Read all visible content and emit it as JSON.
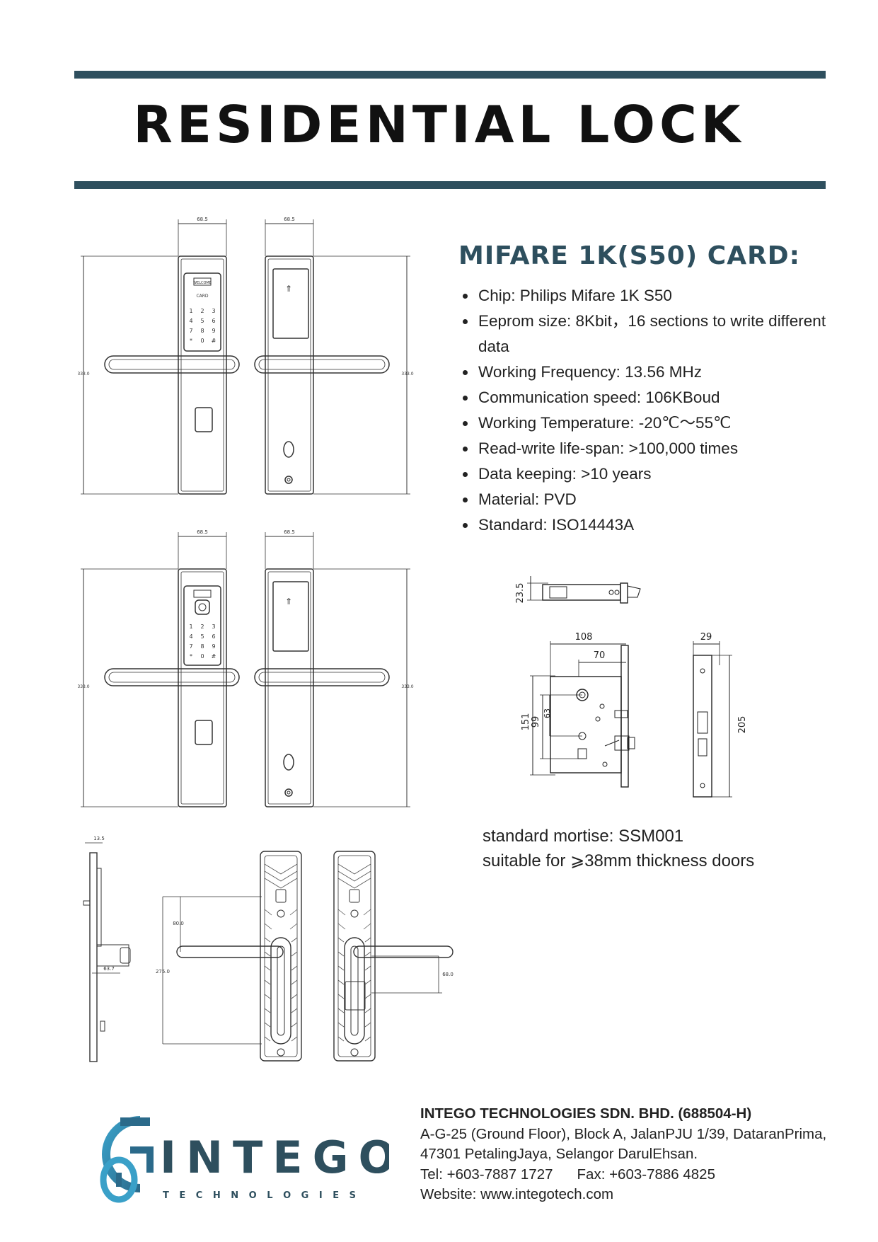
{
  "header": {
    "title": "RESIDENTIAL LOCK"
  },
  "specs": {
    "title": "MIFARE 1K(S50) CARD:",
    "items": [
      "Chip: Philips Mifare 1K S50",
      "Eeprom size: 8Kbit，16 sections to write different data",
      "Working Frequency: 13.56 MHz",
      "Communication speed: 106KBoud",
      "Working Temperature: -20℃～55℃",
      "Read-write life-span: >100,000 times",
      "Data keeping: >10 years",
      "Material: PVD",
      "Standard: ISO14443A"
    ]
  },
  "mortise": {
    "line1": "standard mortise: SSM001",
    "line2": "suitable for ⩾38mm thickness doors",
    "dims": {
      "d1": "23.5",
      "d2": "108",
      "d3": "70",
      "d4": "151",
      "d5": "99",
      "d6": "63",
      "d7": "29",
      "d8": "205"
    }
  },
  "drawings": {
    "width_label": "68.5",
    "height_label": "333.0",
    "keypad_screen": "WELCOME",
    "keypad_card": "CARD",
    "keys": [
      "1",
      "2",
      "3",
      "4",
      "5",
      "6",
      "7",
      "8",
      "9",
      "*",
      "0",
      "#"
    ],
    "side_dims": {
      "top": "13.5",
      "mid": "63.7",
      "right": "68.0",
      "h1": "80.0",
      "h2": "275.0"
    }
  },
  "logo": {
    "name": "INTEGO",
    "sub": "T E C H N O L O G I E S"
  },
  "company": {
    "name": "INTEGO TECHNOLOGIES SDN. BHD. (688504-H)",
    "address1": "A-G-25 (Ground Floor), Block A, JalanPJU 1/39, DataranPrima,",
    "address2": "47301 PetalingJaya, Selangor DarulEhsan.",
    "tel": "Tel: +603-7887 1727",
    "fax": "Fax: +603-7886 4825",
    "website": "Website: www.integotech.com"
  }
}
